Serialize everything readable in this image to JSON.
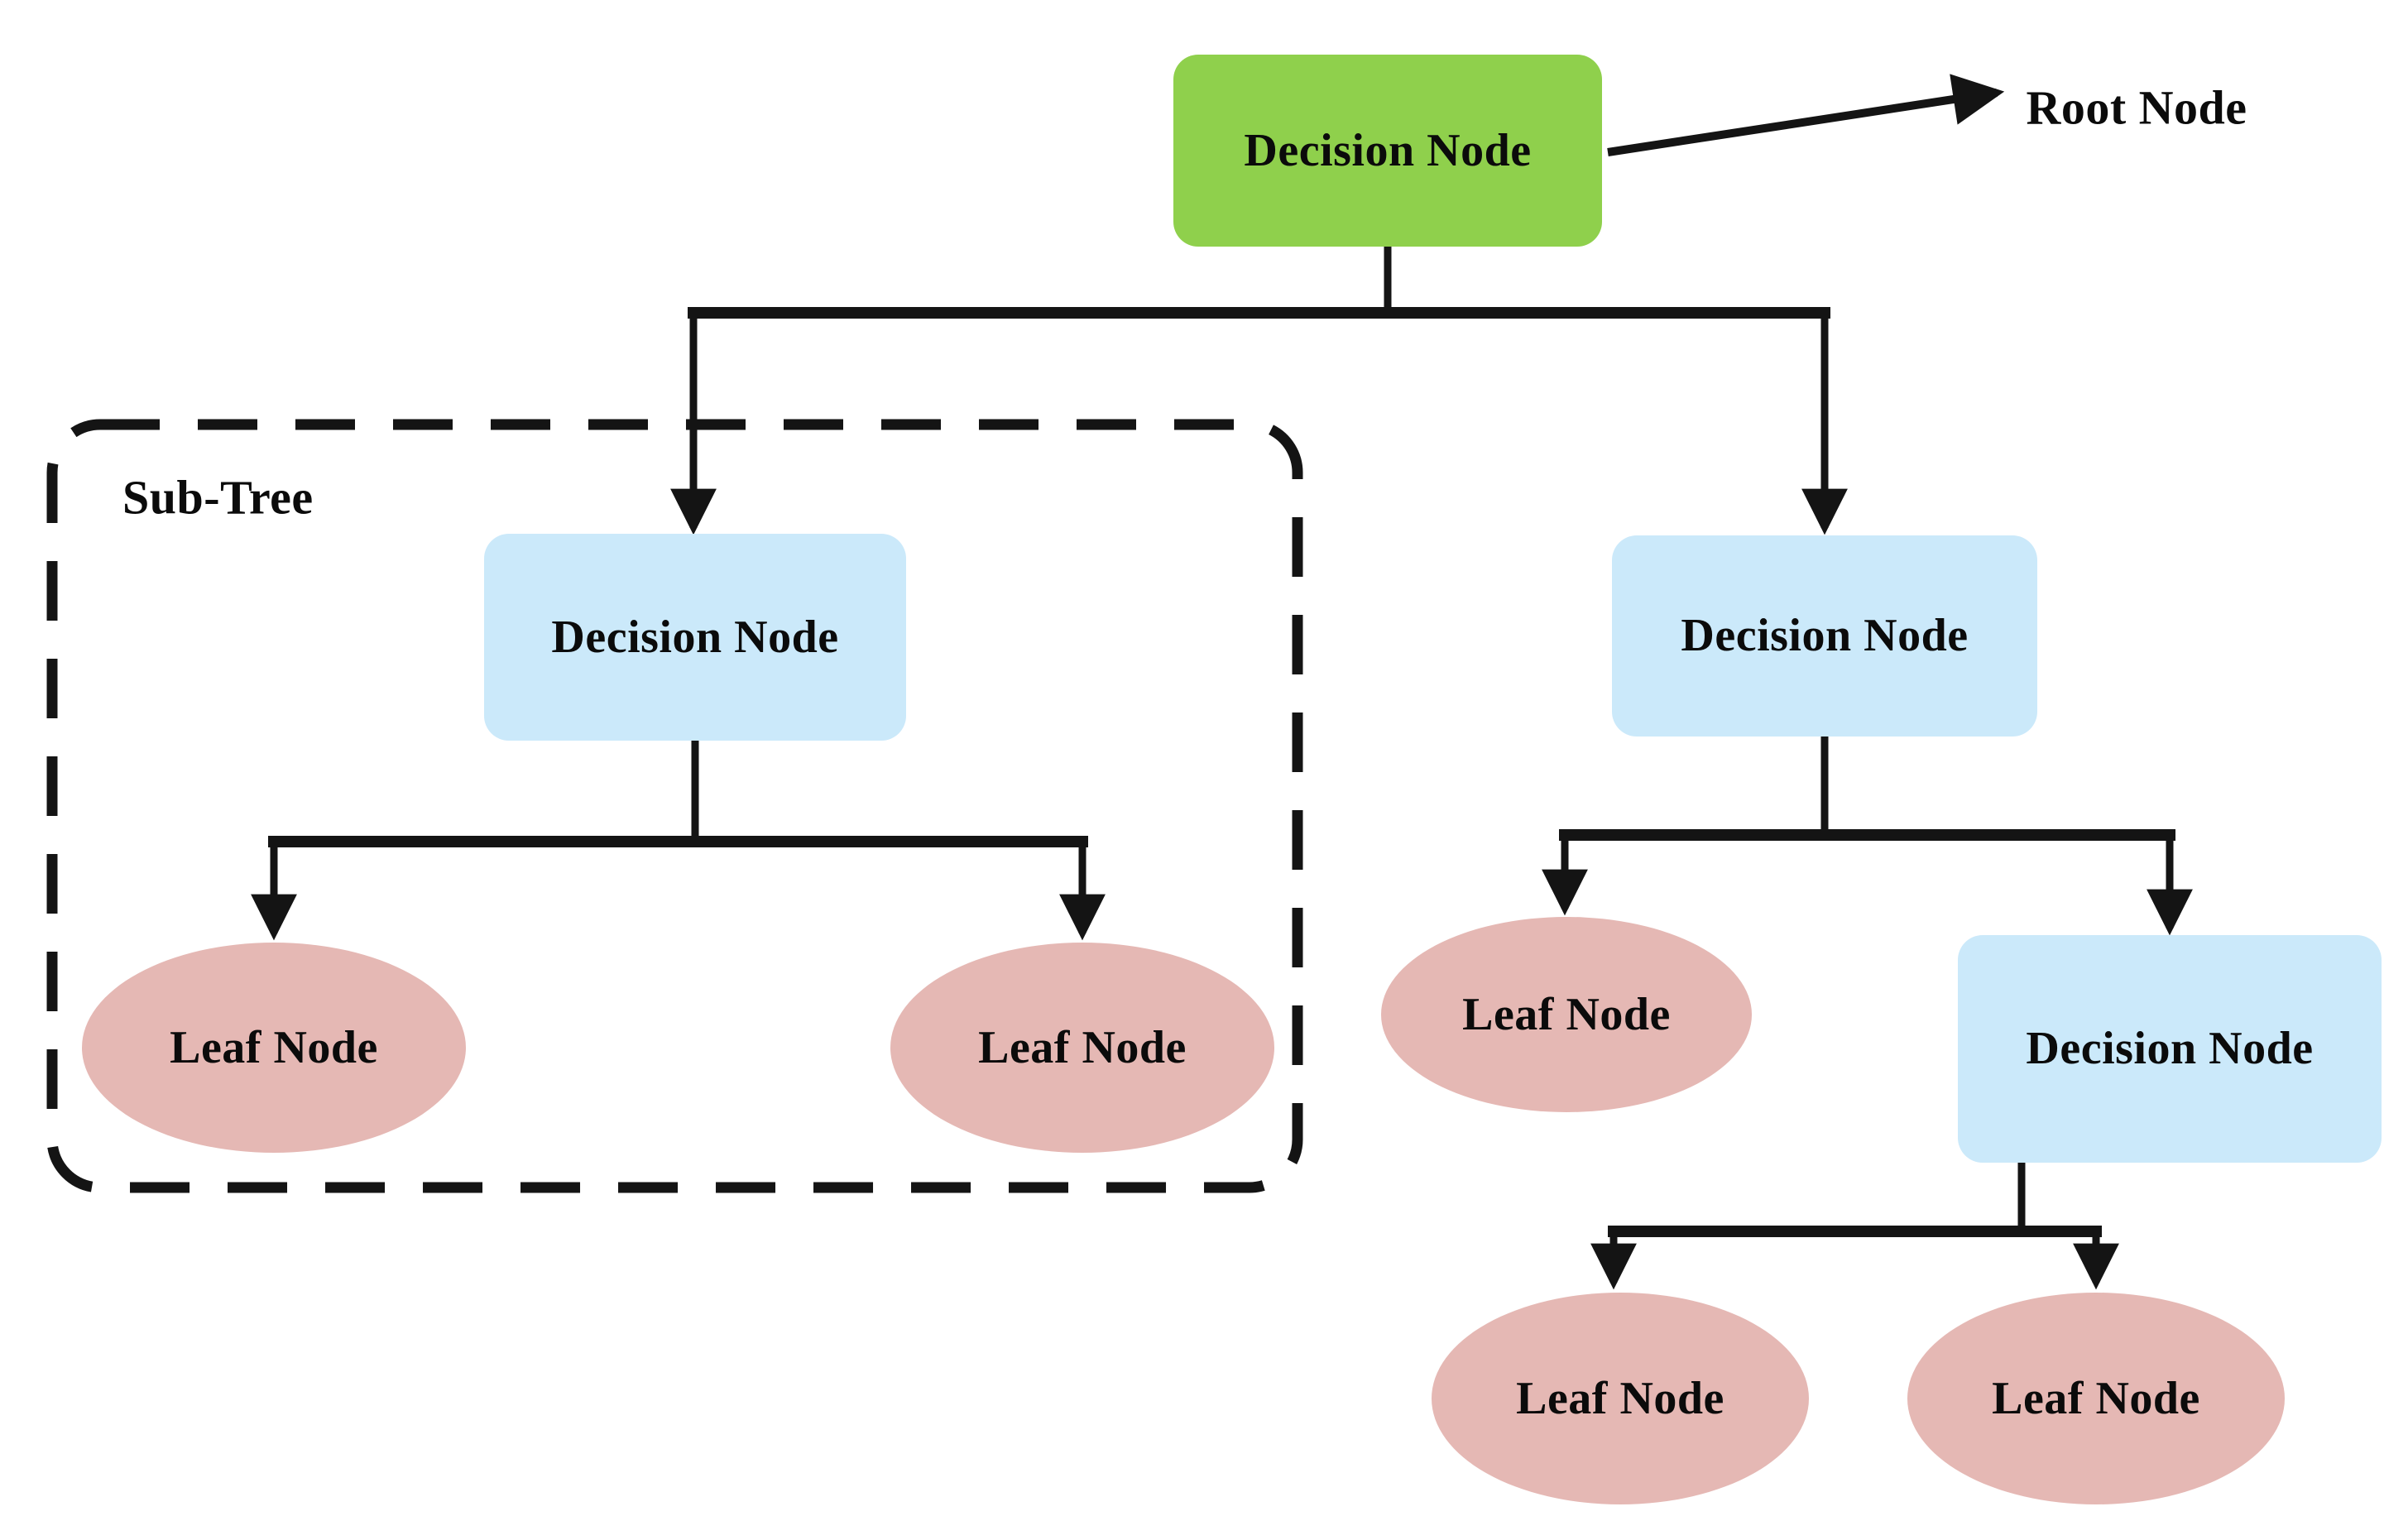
{
  "diagram": {
    "colors": {
      "root_fill": "#8FD04C",
      "decision_fill": "#CBE9FA",
      "leaf_fill": "#E5B8B4",
      "line": "#141414",
      "text": "#0B0B0B"
    },
    "annotations": {
      "root_pointer": "Root Node",
      "subtree": "Sub-Tree"
    },
    "nodes": {
      "root": "Decision Node",
      "left_decision": "Decision Node",
      "right_decision": "Decision Node",
      "grandchild_decision": "Decision Node",
      "subtree_leaf_left": "Leaf Node",
      "subtree_leaf_right": "Leaf Node",
      "right_subtree_leaf": "Leaf Node",
      "bottom_leaf_left": "Leaf Node",
      "bottom_leaf_right": "Leaf Node"
    }
  }
}
